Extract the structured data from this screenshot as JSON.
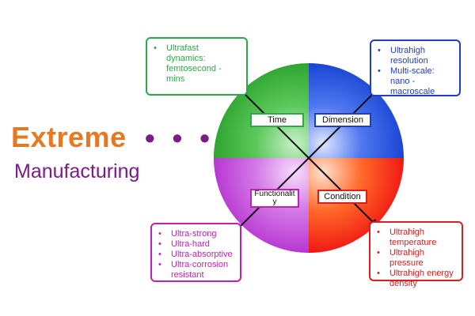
{
  "title": {
    "main": "Extreme",
    "dots": "• • •",
    "sub": "Manufacturing",
    "main_color": "#e87722",
    "dots_color": "#7b1b86",
    "sub_color": "#7b1b86"
  },
  "quadrants": [
    {
      "label": "Time",
      "color": "#33b533",
      "icon": "green-quadrant"
    },
    {
      "label": "Dimension",
      "color": "#2255cc",
      "icon": "blue-quadrant"
    },
    {
      "label": "Functionality",
      "color": "#c247d8",
      "icon": "purple-quadrant"
    },
    {
      "label": "Condition",
      "color": "#e62020",
      "icon": "red-quadrant"
    }
  ],
  "boxes": {
    "time": {
      "border_color": "#2ea84a",
      "text_color": "#2ea84a",
      "items": [
        "Ultrafast dynamics: femtosecond - mins"
      ]
    },
    "dimension": {
      "border_color": "#1f3fbf",
      "text_color": "#1f3fbf",
      "items": [
        "Ultrahigh resolution",
        "Multi-scale: nano - macroscale"
      ]
    },
    "functionality": {
      "border_color": "#c21fb8",
      "text_color": "#c21fb8",
      "items": [
        "Ultra-strong",
        "Ultra-hard",
        "Ultra-absorptive",
        "Ultra-corrosion resistant"
      ]
    },
    "condition": {
      "border_color": "#d91e1e",
      "text_color": "#d91e1e",
      "items": [
        "Ultrahigh temperature",
        "Ultrahigh pressure",
        "Ultrahigh energy density"
      ]
    }
  }
}
